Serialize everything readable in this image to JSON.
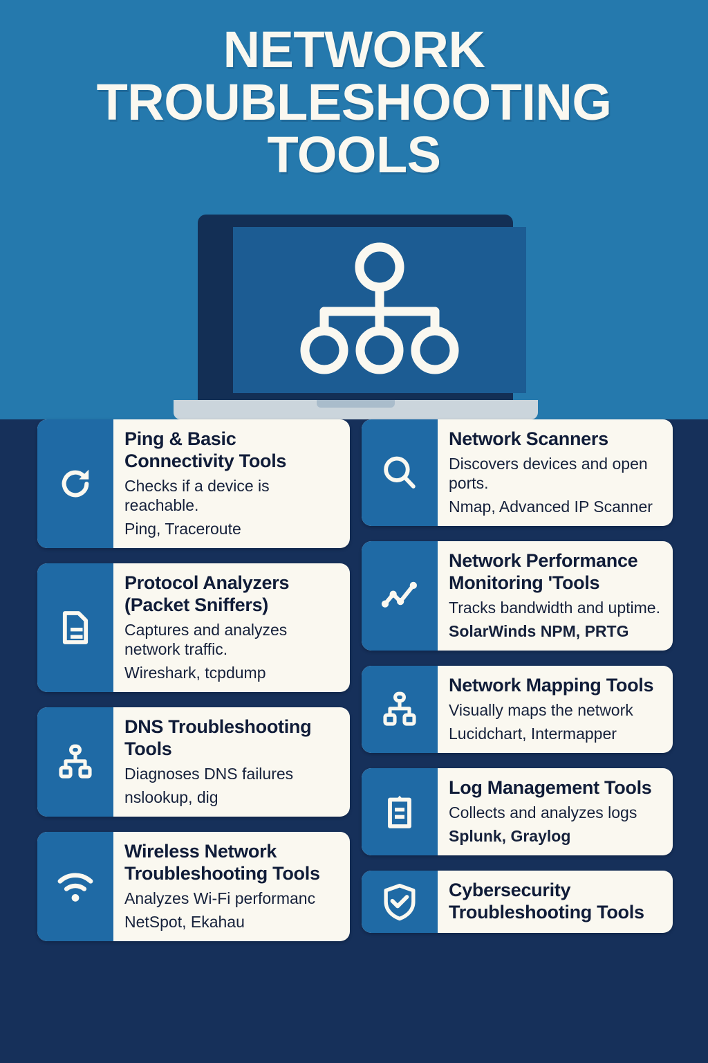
{
  "poster": {
    "title": "NETWORK TROUBLESHOOTING TOOLS",
    "hero_bg": "#2579AD",
    "board_bg": "#16305A",
    "card_bg": "#FAF8F0",
    "icon_panel": "#1F6AA5",
    "title_color": "#FAF8F0"
  },
  "hero_illustration": {
    "name": "laptop-with-network-topology",
    "screen_icon": "network-topology-icon",
    "lid_color": "#132F55",
    "screen_color": "#1C5C93",
    "base_color": "#CBD5DC"
  },
  "columns": {
    "left": [
      {
        "icon": "refresh-icon",
        "title": "Ping & Basic Connectivity Tools",
        "desc": "Checks if a device is reachable.",
        "tools": "Ping, Traceroute",
        "wrap": true
      },
      {
        "icon": "document-lines-icon",
        "title": "Protocol Analyzers (Packet Sniffers)",
        "desc": "Captures and analyzes network traffic.",
        "tools": "Wireshark, tcpdump",
        "wrap": true
      },
      {
        "icon": "hierarchy-icon",
        "title": "DNS Troubleshooting Tools",
        "desc": "Diagnoses  DNS failures",
        "tools": "nslookup, dig",
        "wrap": false
      },
      {
        "icon": "wifi-icon",
        "title": "Wireless Network Troubleshooting Tools",
        "desc": "Analyzes Wi-Fi performanc",
        "tools": "NetSpot, Ekahau",
        "wrap": false
      }
    ],
    "right": [
      {
        "icon": "search-icon",
        "title": "Network Scanners",
        "desc": "Discovers devices and open ports.",
        "tools": "Nmap, Advanced IP Scanner",
        "wrap": true
      },
      {
        "icon": "line-chart-icon",
        "title": "Network Performance Monitoring 'Tools",
        "desc": "Tracks bandwidth and uptime.",
        "tools": "SolarWinds NPM, PRTG",
        "wrap": true,
        "tools_bold": true
      },
      {
        "icon": "hierarchy-icon",
        "title": "Network Mapping Tools",
        "desc": "Visually maps the network",
        "tools": "Lucidchart, Intermapper",
        "wrap": false
      },
      {
        "icon": "clipboard-lines-icon",
        "title": "Log Management Tools",
        "desc": "Collects and analyzes logs",
        "tools": "Splunk, Graylog",
        "wrap": false,
        "tools_bold": true
      },
      {
        "icon": "shield-check-icon",
        "title": "Cybersecurity Troubleshooting Tools",
        "desc": "",
        "tools": "",
        "wrap": false
      }
    ]
  }
}
